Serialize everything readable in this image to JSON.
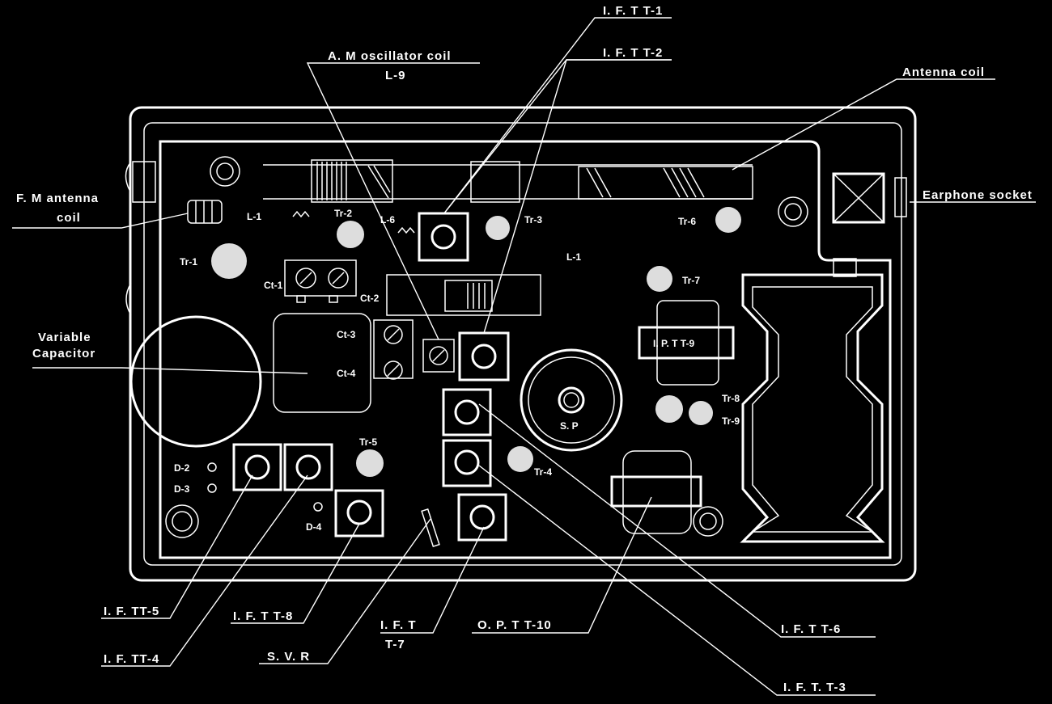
{
  "labels": {
    "ift_t1": "I. F. T  T-1",
    "ift_t2": "I. F. T  T-2",
    "am_osc_coil": "A. M  oscillator  coil",
    "l9": "L-9",
    "antenna_coil": "Antenna  coil",
    "fm_antenna_1": "F. M  antenna",
    "fm_antenna_2": "coil",
    "earphone_socket": "Earphone  socket",
    "variable_cap_1": "Variable",
    "variable_cap_2": "Capacitor",
    "ift_tt5": "I. F. TT-5",
    "ift_tt4": "I. F. TT-4",
    "ift_t8": "I. F. T  T-8",
    "svr": "S. V. R",
    "ift_t7_1": "I. F. T",
    "ift_t7_2": "T-7",
    "opt_t10": "O. P. T  T-10",
    "ift_t6": "I. F. T  T-6",
    "ift_t3": "I. F. T.  T-3"
  },
  "board": {
    "l1a": "L-1",
    "l1b": "L-1",
    "l6": "L-6",
    "tr1": "Tr-1",
    "tr2": "Tr-2",
    "tr3": "Tr-3",
    "tr4": "Tr-4",
    "tr5": "Tr-5",
    "tr6": "Tr-6",
    "tr7": "Tr-7",
    "tr8": "Tr-8",
    "tr9": "Tr-9",
    "ct1": "Ct-1",
    "ct2": "Ct-2",
    "ct3": "Ct-3",
    "ct4": "Ct-4",
    "ipt_t9": "I. P. T  T-9",
    "sp": "S. P",
    "d2": "D-2",
    "d3": "D-3",
    "d4": "D-4"
  }
}
